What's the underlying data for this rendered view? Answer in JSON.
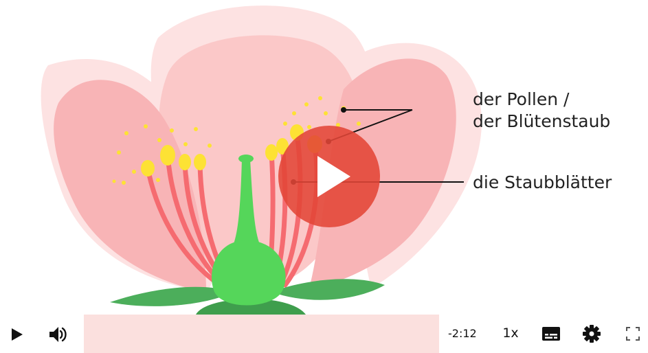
{
  "video": {
    "annotations": {
      "pollen_line1": "der Pollen /",
      "pollen_line2": "der Blütenstaub",
      "stamens": "die Staubblätter"
    },
    "colors": {
      "petal_back": "#fde2e2",
      "petal_mid": "#fbc8c8",
      "petal_front": "#f8b4b6",
      "filament": "#f56b70",
      "anther": "#fde234",
      "pistil": "#55d65a",
      "sepal": "#4cae5b",
      "play_overlay": "#e24637"
    },
    "play_icon": "play-icon"
  },
  "controls": {
    "play_icon": "play-icon",
    "volume_icon": "volume-icon",
    "time_remaining": "-2:12",
    "speed": "1x",
    "captions_icon": "captions-icon",
    "settings_icon": "gear-icon",
    "fullscreen_icon": "fullscreen-icon",
    "progress_fraction": 0
  }
}
